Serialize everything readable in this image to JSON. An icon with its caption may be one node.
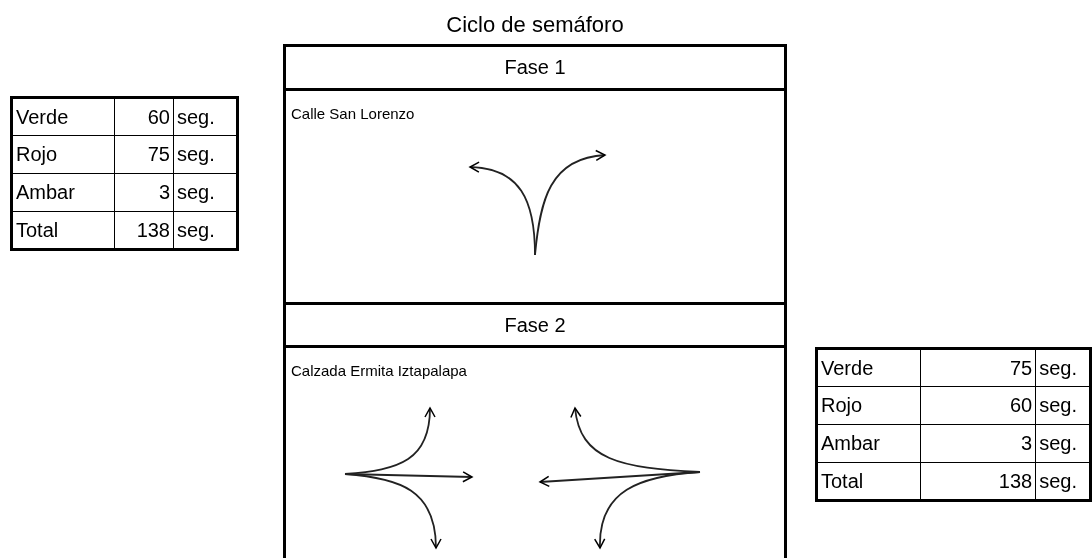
{
  "diagram": {
    "title": "Ciclo de semáforo",
    "nodes": [
      {
        "text": [
          "Fase 1"
        ]
      },
      {
        "text": [
          "Calle San Lorenzo"
        ]
      },
      {
        "text": [
          "Fase 2"
        ]
      },
      {
        "text": [
          "Calzada Ermita Iztapalapa"
        ]
      }
    ],
    "labels": [
      "Verde",
      "60",
      "seg.",
      "Rojo",
      "75",
      "seg.",
      "Ambar",
      "3",
      "seg.",
      "Total",
      "138",
      "seg.",
      "Verde",
      "75",
      "seg.",
      "Rojo",
      "60",
      "seg.",
      "Ambar",
      "3",
      "seg.",
      "Total",
      "138",
      "seg."
    ]
  }
}
